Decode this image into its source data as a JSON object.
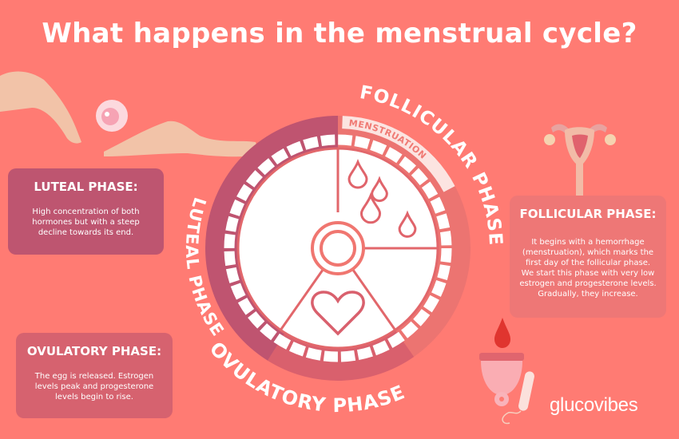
{
  "title": "What happens in the menstrual cycle?",
  "wheel": {
    "follicular_label": "FOLLICULAR PHASE",
    "luteal_label": "LUTEAL PHASE",
    "ovulatory_label": "OVULATORY PHASE",
    "menstruation_label": "MENSTRUATION"
  },
  "cards": {
    "luteal": {
      "title": "LUTEAL PHASE:",
      "text": "High concentration of both hormones but with a steep decline towards its end."
    },
    "ovulatory": {
      "title": "OVULATORY PHASE:",
      "text": "The egg is released. Estrogen levels peak and progesterone levels begin to rise."
    },
    "follicular": {
      "title": "FOLLICULAR PHASE:",
      "text": "It begins with a hemorrhage (menstruation), which marks the first day of the follicular phase. We start this phase with very low estrogen and progesterone levels. Gradually, they increase."
    }
  },
  "logo": "glucovibes",
  "colors": {
    "background": "#FF7B73",
    "luteal": "#BF5470",
    "ovulatory": "#D9606D",
    "follicular": "#EC7471",
    "menstruation": "#FCE4E1",
    "line": "#E2676B"
  }
}
